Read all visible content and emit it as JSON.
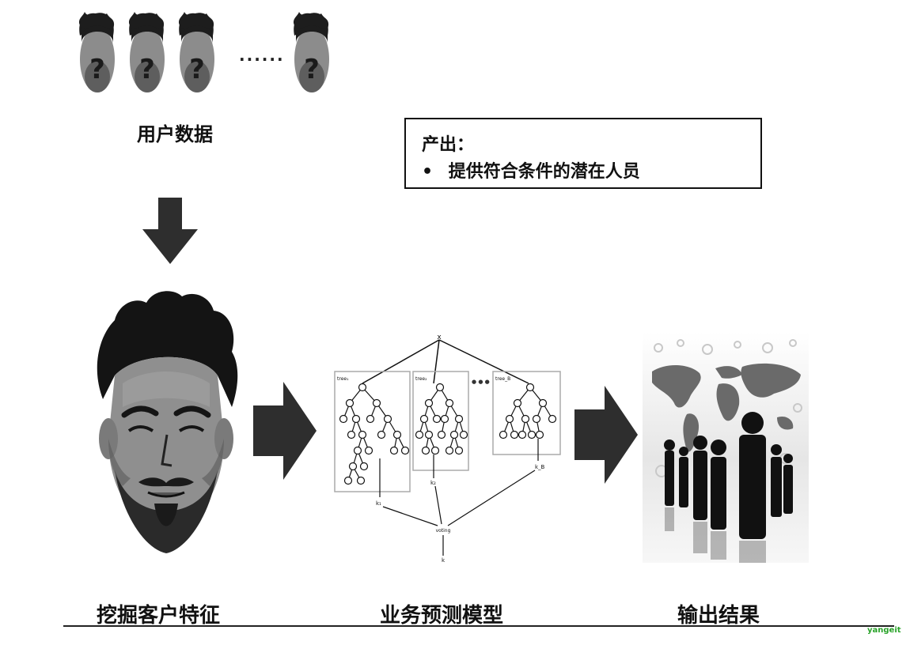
{
  "user_data": {
    "label": "用户数据",
    "ellipsis": "......",
    "head_icon": "question-mark-head-icon"
  },
  "output_box": {
    "title": "产出：",
    "bullet": "•",
    "item": "提供符合条件的潜在人员"
  },
  "stages": [
    {
      "label": "挖掘客户特征",
      "icon": "bearded-man-face-icon"
    },
    {
      "label": "业务预测模型",
      "icon": "random-forest-diagram-icon"
    },
    {
      "label": "输出结果",
      "icon": "business-people-world-map-icon"
    }
  ],
  "forest": {
    "input": "x",
    "trees": [
      "tree₁",
      "tree₂",
      "tree_B"
    ],
    "outputs": [
      "k₁",
      "k₂",
      "k_B"
    ],
    "combiner": "voting",
    "final": "k",
    "gap_dots": "● ● ●"
  },
  "watermark": "yangeit"
}
